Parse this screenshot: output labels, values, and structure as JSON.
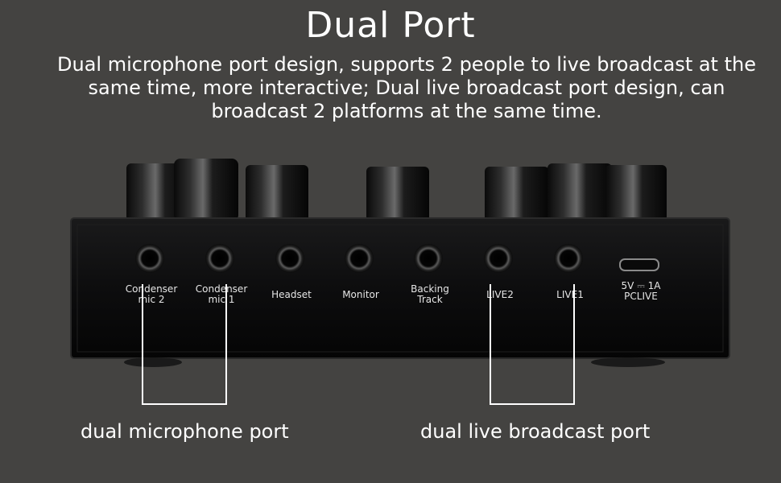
{
  "header": {
    "title": "Dual Port",
    "description": "Dual microphone port design, supports 2 people to live broadcast at the same time, more interactive; Dual live broadcast port design, can broadcast 2 platforms at the same time."
  },
  "ports": [
    {
      "label": "Condenser\nmic 2"
    },
    {
      "label": "Condenser\nmic 1"
    },
    {
      "label": "Headset"
    },
    {
      "label": "Monitor"
    },
    {
      "label": "Backing\nTrack"
    },
    {
      "label": "LIVE2"
    },
    {
      "label": "LIVE1"
    },
    {
      "label": "5V ⎓ 1A\nPCLIVE"
    }
  ],
  "callouts": {
    "mic": "dual microphone port",
    "live": "dual live broadcast port"
  },
  "colors": {
    "background": "#444341",
    "device_body": "#0f0f10",
    "text": "#ffffff"
  }
}
